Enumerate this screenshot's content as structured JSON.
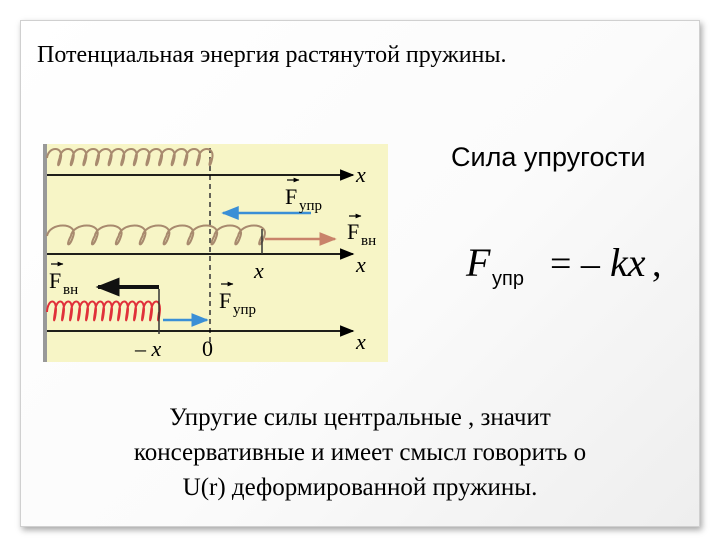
{
  "slide": {
    "title": "Потенциальная энергия растянутой пружины.",
    "force_label": "Сила упругости",
    "formula": {
      "F": "F",
      "sub": "упр",
      "eq": "= –",
      "kx": "kx",
      "comma": ","
    },
    "body_lines": [
      "Упругие силы центральные , значит",
      "консервативные  и  имеет смысл говорить о",
      "U(r)  деформированной пружины."
    ]
  },
  "figure": {
    "axis_label": "x",
    "force_label_F": "F",
    "sub_upr": "упр",
    "sub_vn": "вн",
    "x_label": "x",
    "neg_x_label": "– x",
    "zero_label": "0",
    "colors": {
      "background": "#f7f5c6",
      "spring": "#a88a6e",
      "compressed_spring": "#e0303a",
      "blue_arrow": "#3a8fd6",
      "brown_arrow": "#c9836a"
    }
  }
}
